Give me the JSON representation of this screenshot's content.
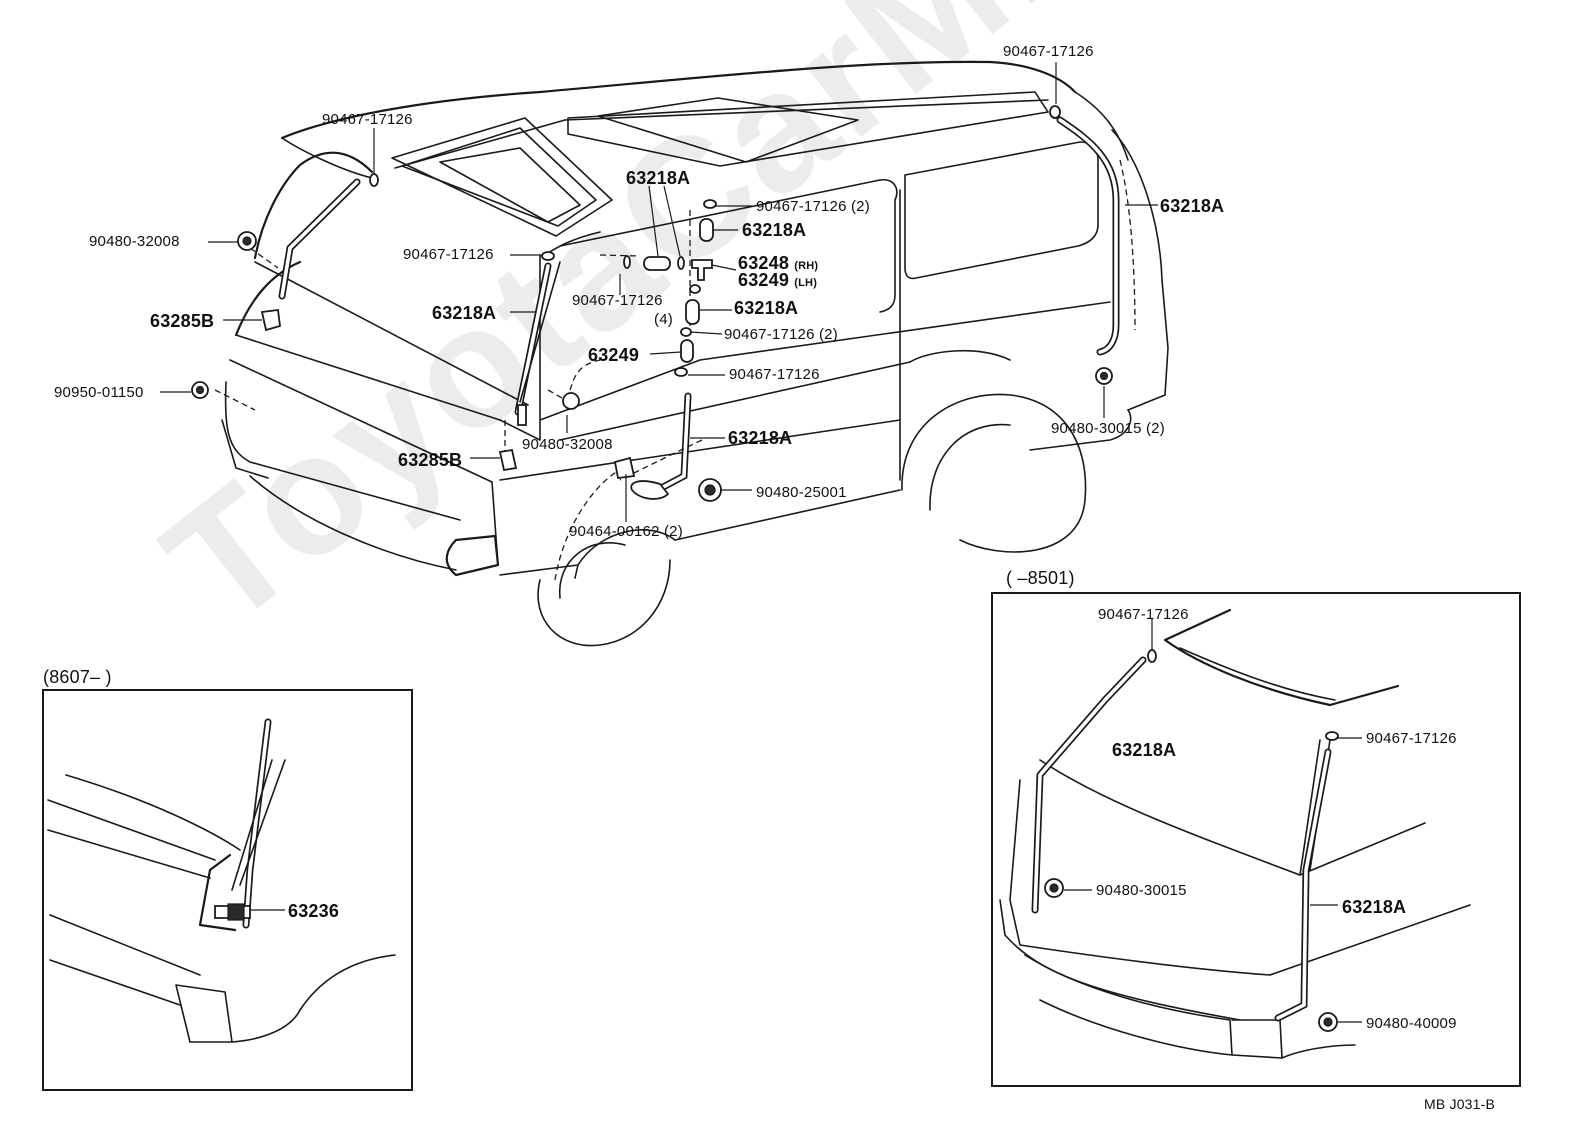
{
  "watermark": "ToyotaCarMine.ru",
  "main_labels": {
    "l1": "90467-17126",
    "l2": "90467-17126",
    "l3": "63218A",
    "l4": "90467-17126 (2)",
    "l5": "63218A",
    "l6": "63218A",
    "l7": "63248",
    "l7s": "(RH)",
    "l8": "63249",
    "l8s": "(LH)",
    "l9": "63218A",
    "l10": "90467-17126 (2)",
    "l11": "90480-32008",
    "l12": "90467-17126",
    "l13": "63218A",
    "l14": "90467-17126",
    "l14b": "(4)",
    "l15": "63285B",
    "l16": "63249",
    "l17": "90467-17126",
    "l18": "90950-01150",
    "l19": "63218A",
    "l20": "90480-30015 (2)",
    "l21": "90480-32008",
    "l22": "63285B",
    "l23": "90480-25001",
    "l24": "90464-00162 (2)"
  },
  "inset_left": {
    "caption": "(8607–        )",
    "label": "63236"
  },
  "inset_right": {
    "caption": "(        –8501)",
    "labels": {
      "r1": "90467-17126",
      "r2": "63218A",
      "r3": "90467-17126",
      "r4": "90480-30015",
      "r5": "63218A",
      "r6": "90480-40009"
    }
  },
  "footer_code": "MB  J031-B"
}
